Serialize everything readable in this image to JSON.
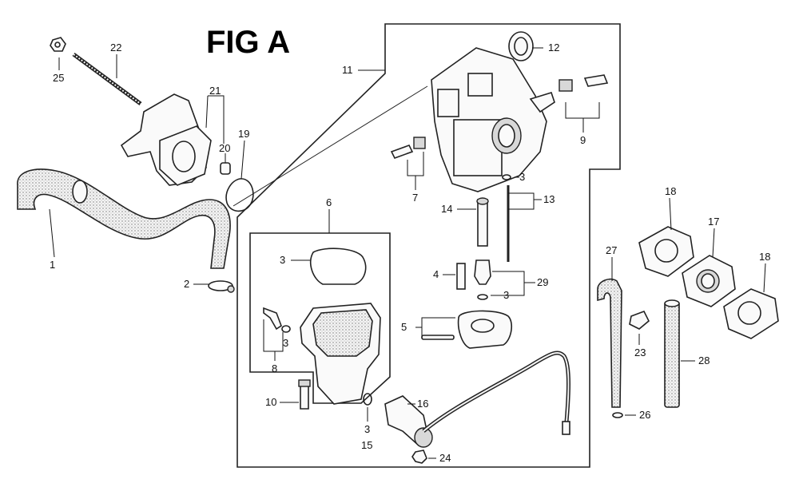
{
  "title": "FIG A",
  "callouts": {
    "c1": "1",
    "c2": "2",
    "c3a": "3",
    "c3b": "3",
    "c3c": "3",
    "c3d": "3",
    "c3e": "3",
    "c4": "4",
    "c5": "5",
    "c6": "6",
    "c7": "7",
    "c8": "8",
    "c9": "9",
    "c10": "10",
    "c11": "11",
    "c12": "12",
    "c13": "13",
    "c14": "14",
    "c15": "15",
    "c16": "16",
    "c17": "17",
    "c18a": "18",
    "c18b": "18",
    "c19": "19",
    "c20": "20",
    "c21": "21",
    "c22": "22",
    "c23": "23",
    "c24": "24",
    "c25": "25",
    "c26": "26",
    "c27": "27",
    "c28": "28",
    "c29": "29"
  }
}
